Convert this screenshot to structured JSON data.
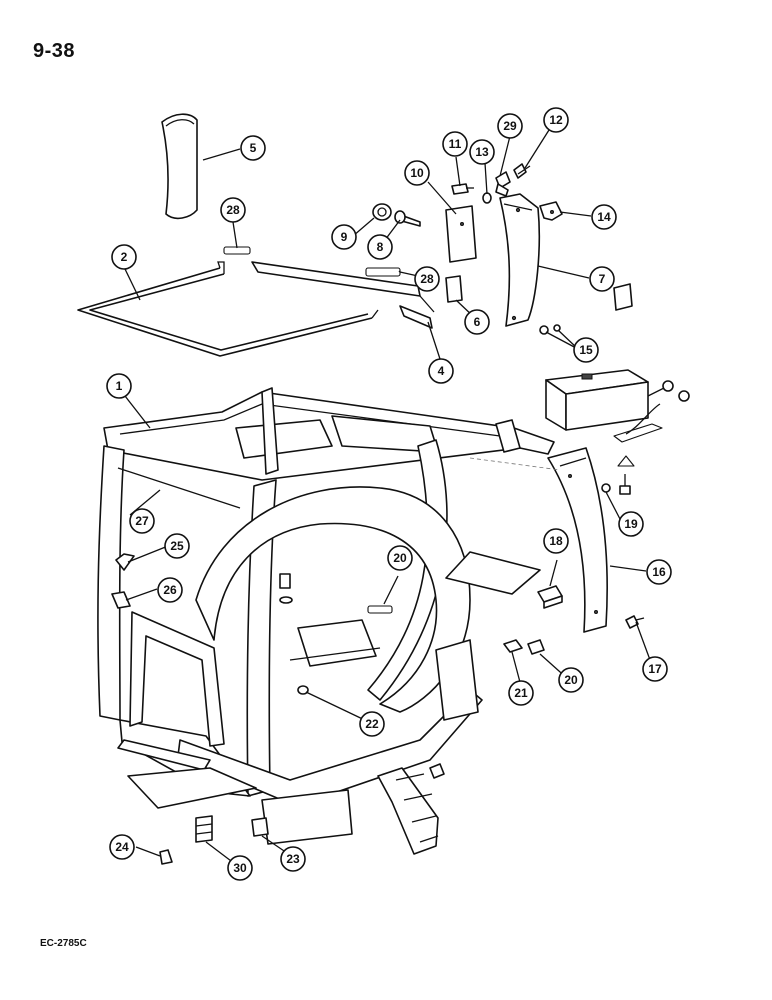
{
  "header": {
    "page_number": "9-38"
  },
  "footer": {
    "drawing_code": "EC-2785C"
  },
  "callouts": [
    {
      "id": "callout-1",
      "label": "1"
    },
    {
      "id": "callout-2",
      "label": "2"
    },
    {
      "id": "callout-4",
      "label": "4"
    },
    {
      "id": "callout-5",
      "label": "5"
    },
    {
      "id": "callout-6",
      "label": "6"
    },
    {
      "id": "callout-7",
      "label": "7"
    },
    {
      "id": "callout-8",
      "label": "8"
    },
    {
      "id": "callout-9",
      "label": "9"
    },
    {
      "id": "callout-10",
      "label": "10"
    },
    {
      "id": "callout-11",
      "label": "11"
    },
    {
      "id": "callout-12",
      "label": "12"
    },
    {
      "id": "callout-13",
      "label": "13"
    },
    {
      "id": "callout-14",
      "label": "14"
    },
    {
      "id": "callout-15",
      "label": "15"
    },
    {
      "id": "callout-16",
      "label": "16"
    },
    {
      "id": "callout-17",
      "label": "17"
    },
    {
      "id": "callout-18",
      "label": "18"
    },
    {
      "id": "callout-19",
      "label": "19"
    },
    {
      "id": "callout-20a",
      "label": "20"
    },
    {
      "id": "callout-20b",
      "label": "20"
    },
    {
      "id": "callout-21",
      "label": "21"
    },
    {
      "id": "callout-22",
      "label": "22"
    },
    {
      "id": "callout-23",
      "label": "23"
    },
    {
      "id": "callout-24",
      "label": "24"
    },
    {
      "id": "callout-25",
      "label": "25"
    },
    {
      "id": "callout-26",
      "label": "26"
    },
    {
      "id": "callout-27",
      "label": "27"
    },
    {
      "id": "callout-28a",
      "label": "28"
    },
    {
      "id": "callout-28b",
      "label": "28"
    },
    {
      "id": "callout-29",
      "label": "29"
    },
    {
      "id": "callout-30",
      "label": "30"
    }
  ]
}
